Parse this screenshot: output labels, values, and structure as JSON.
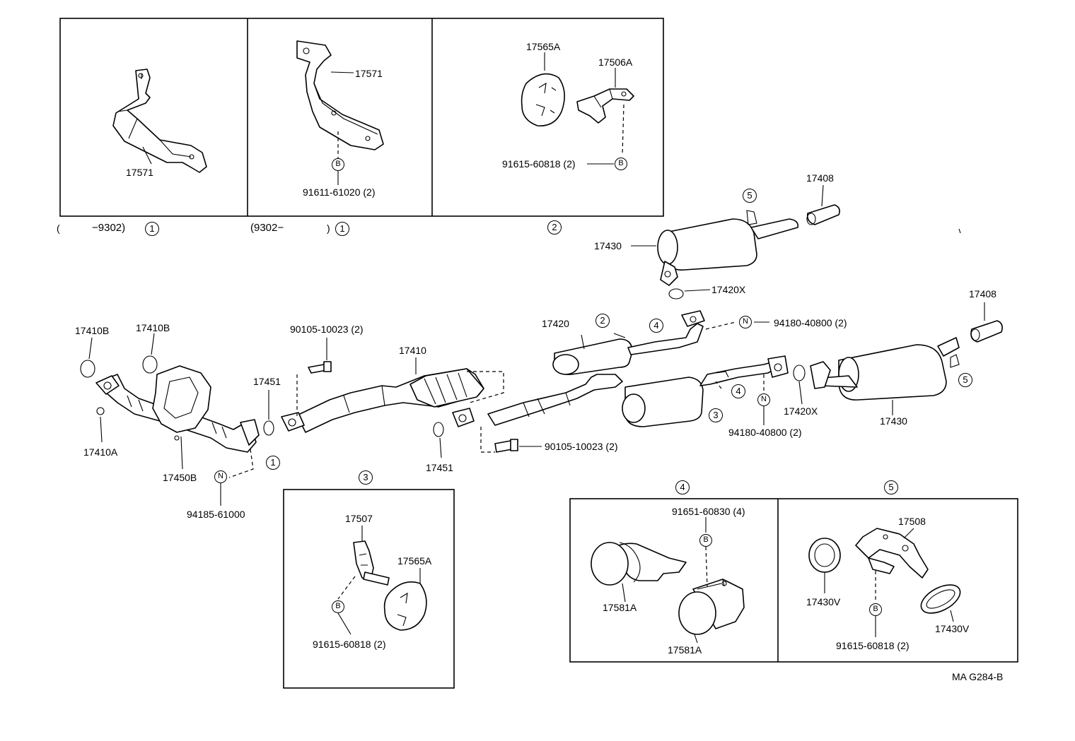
{
  "drawing_code": "MA G284-B",
  "range_labels": {
    "before_9302": {
      "open": "(",
      "text": "−9302)"
    },
    "after_9302": {
      "text": "(9302−",
      "close": ")"
    }
  },
  "callout_refs": {
    "panel_1a": "1",
    "panel_1b": "1",
    "panel_2": "2",
    "panel_3": "3",
    "panel_4": "4",
    "panel_5": "5",
    "main_1": "1",
    "main_2": "2",
    "main_3": "3",
    "main_4a": "4",
    "main_4b": "4",
    "main_5a": "5",
    "main_5b": "5"
  },
  "fastener_codes": {
    "bolt": "B",
    "nut": "N"
  },
  "part_labels": {
    "p17571_a": "17571",
    "p17571_b": "17571",
    "p91611": "91611-61020 (2)",
    "p17565A_top": "17565A",
    "p17506A": "17506A",
    "p91615_top": "91615-60818 (2)",
    "p17408_top": "17408",
    "p17430_top": "17430",
    "p17420X_top": "17420X",
    "p17408_right": "17408",
    "p17410B_a": "17410B",
    "p17410B_b": "17410B",
    "p17410A": "17410A",
    "p17450B": "17450B",
    "p94185": "94185-61000",
    "p17451_a": "17451",
    "p90105_top": "90105-10023 (2)",
    "p17410": "17410",
    "p17451_b": "17451",
    "p90105_bottom": "90105-10023 (2)",
    "p17420": "17420",
    "p94180_top": "94180-40800 (2)",
    "p94180_mid": "94180-40800 (2)",
    "p17420X_right": "17420X",
    "p17430_right": "17430",
    "p17507": "17507",
    "p17565A_p3": "17565A",
    "p91615_p3": "91615-60818 (2)",
    "p91651": "91651-60830 (4)",
    "p17581A_a": "17581A",
    "p17581A_b": "17581A",
    "p17508": "17508",
    "p17430V_a": "17430V",
    "p17430V_b": "17430V",
    "p91615_p5": "91615-60818 (2)"
  }
}
